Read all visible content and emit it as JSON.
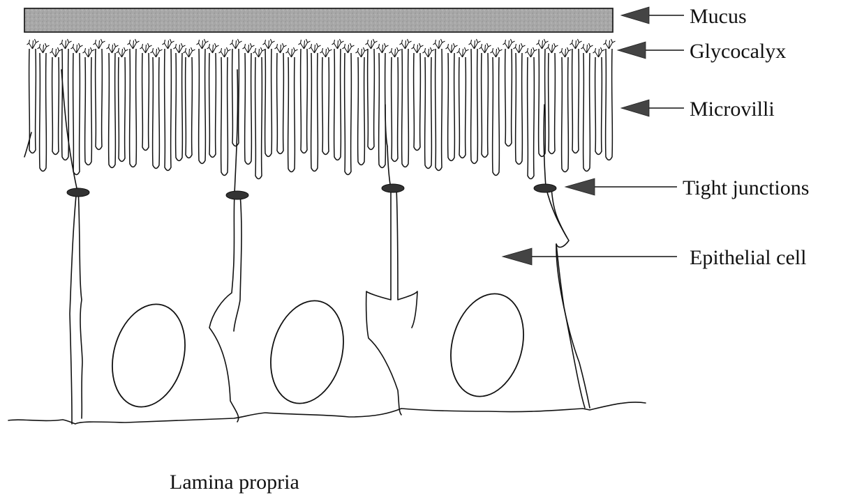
{
  "labels": {
    "mucus": "Mucus",
    "glycocalyx": "Glycocalyx",
    "microvilli": "Microvilli",
    "tight_junctions": "Tight junctions",
    "epithelial_cell": "Epithelial cell",
    "lamina_propria": "Lamina propria"
  },
  "colors": {
    "mucus_fill": "#a9a9a9",
    "arrow_fill": "#444444",
    "line": "#111111"
  }
}
